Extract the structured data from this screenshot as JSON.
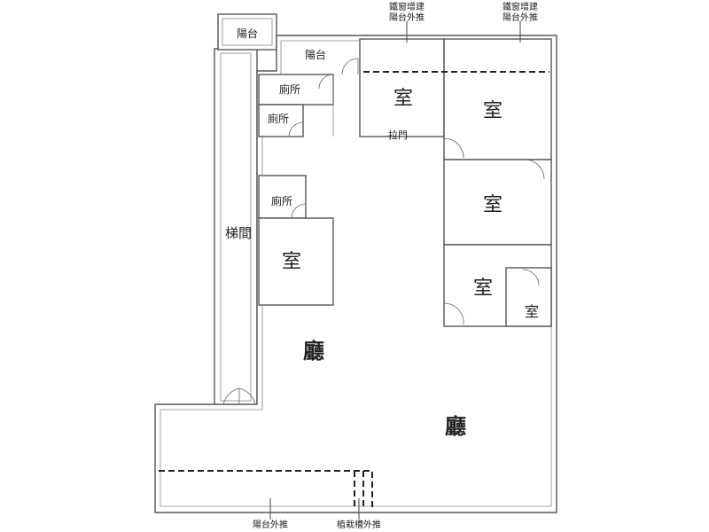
{
  "labels": {
    "balcony_top": "陽台",
    "balcony_upper": "陽台",
    "toilet_1": "廁所",
    "toilet_2": "廁所",
    "toilet_3": "廁所",
    "stair": "梯間",
    "room_top_mid": "室",
    "room_top_right": "室",
    "room_right_mid": "室",
    "room_right_low": "室",
    "room_small": "室",
    "room_left": "室",
    "living_1": "廳",
    "living_2": "廳",
    "sliding_door": "拉門",
    "note_iron_window_1": [
      "鐵窗增建",
      "陽台外推"
    ],
    "note_iron_window_2": [
      "鐵窗增建",
      "陽台外推"
    ],
    "note_balcony_out": "陽台外推",
    "note_planter_out": "植栽槽外推"
  }
}
